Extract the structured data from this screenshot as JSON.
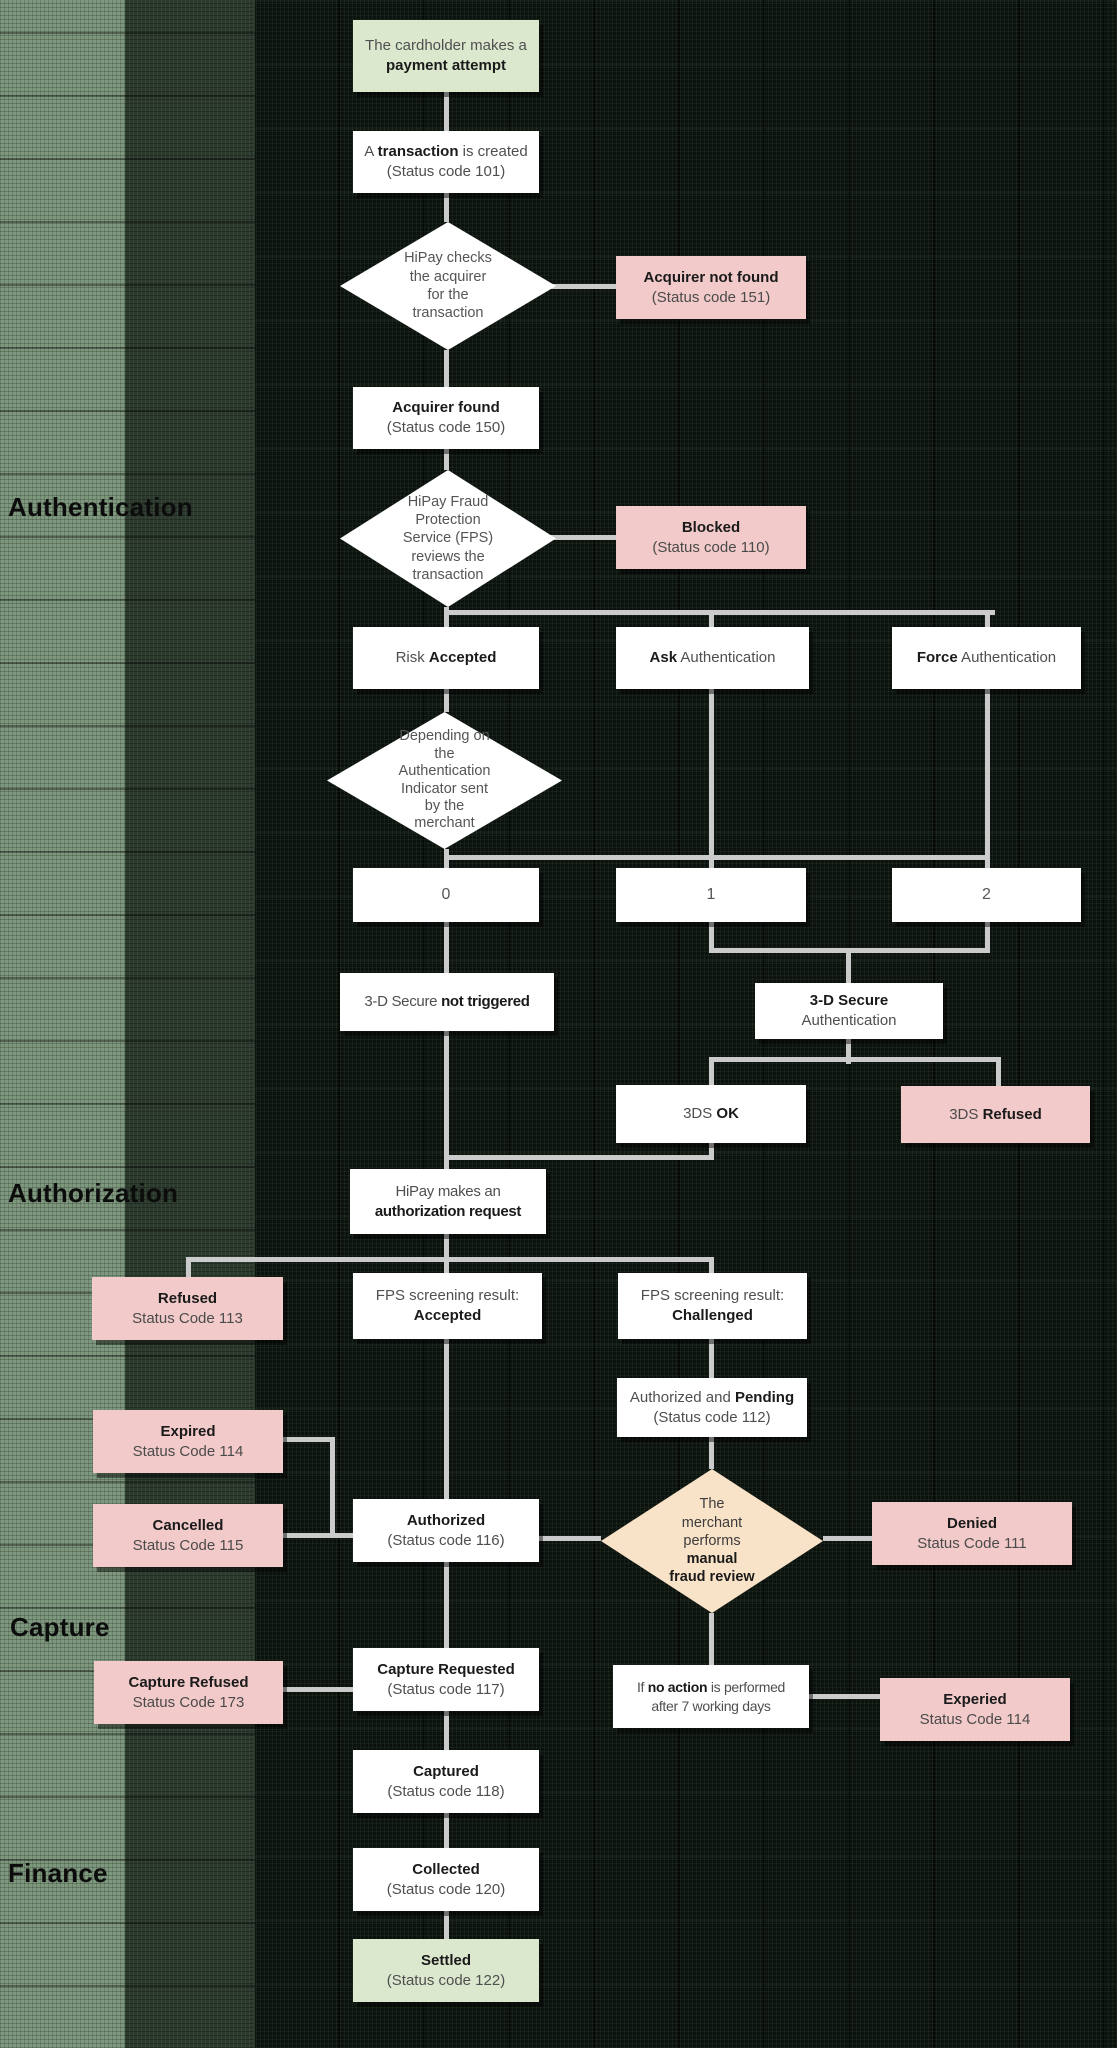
{
  "palette": {
    "background": "#0c120d",
    "band_light": "#7e987e",
    "band_mid": "#2c3a2e",
    "node_white": "#ffffff",
    "node_pink": "#f2caca",
    "node_green": "#dbe8ce",
    "node_peach": "#f9e3c8",
    "connector": "#cbcbcb",
    "text_regular": "#4f4f4f",
    "text_bold": "#1a1a1a",
    "section_label": "#0c0c0c"
  },
  "sections": [
    {
      "label": "Authentication"
    },
    {
      "label": "Authorization"
    },
    {
      "label": "Capture"
    },
    {
      "label": "Finance"
    }
  ],
  "nodes": {
    "payment_attempt": {
      "text": [
        {
          "t": "The cardholder makes a"
        },
        {
          "br": true
        },
        {
          "t": "payment attempt",
          "b": true
        }
      ]
    },
    "transaction_created": {
      "text": [
        {
          "t": "A "
        },
        {
          "t": "transaction",
          "b": true
        },
        {
          "t": " is created"
        },
        {
          "br": true
        },
        {
          "t": "(Status code 101)"
        }
      ]
    },
    "check_acquirer": {
      "text": [
        {
          "t": "HiPay checks"
        },
        {
          "br": true
        },
        {
          "t": "the acquirer"
        },
        {
          "br": true
        },
        {
          "t": "for the"
        },
        {
          "br": true
        },
        {
          "t": "transaction"
        }
      ]
    },
    "acquirer_not_found": {
      "text": [
        {
          "t": "Acquirer not found",
          "b": true
        },
        {
          "br": true
        },
        {
          "t": "(Status code 151)"
        }
      ]
    },
    "acquirer_found": {
      "text": [
        {
          "t": "Acquirer found",
          "b": true
        },
        {
          "br": true
        },
        {
          "t": "(Status code 150)"
        }
      ]
    },
    "fps_review": {
      "text": [
        {
          "t": "HiPay Fraud"
        },
        {
          "br": true
        },
        {
          "t": "Protection"
        },
        {
          "br": true
        },
        {
          "t": "Service (FPS)"
        },
        {
          "br": true
        },
        {
          "t": "reviews the"
        },
        {
          "br": true
        },
        {
          "t": "transaction"
        }
      ]
    },
    "blocked": {
      "text": [
        {
          "t": "Blocked",
          "b": true
        },
        {
          "br": true
        },
        {
          "t": "(Status code 110)"
        }
      ]
    },
    "risk_accepted": {
      "text": [
        {
          "t": "Risk "
        },
        {
          "t": "Accepted",
          "b": true
        }
      ]
    },
    "ask_auth": {
      "text": [
        {
          "t": "Ask",
          "b": true
        },
        {
          "t": " Authentication"
        }
      ]
    },
    "force_auth": {
      "text": [
        {
          "t": "Force",
          "b": true
        },
        {
          "t": " Authentication"
        }
      ]
    },
    "auth_indicator": {
      "text": [
        {
          "t": "Depending on"
        },
        {
          "br": true
        },
        {
          "t": "the"
        },
        {
          "br": true
        },
        {
          "t": "Authentication"
        },
        {
          "br": true
        },
        {
          "t": "Indicator sent"
        },
        {
          "br": true
        },
        {
          "t": "by the"
        },
        {
          "br": true
        },
        {
          "t": "merchant"
        }
      ]
    },
    "indicator_0": {
      "text": [
        {
          "t": "0"
        }
      ]
    },
    "indicator_1": {
      "text": [
        {
          "t": "1"
        }
      ]
    },
    "indicator_2": {
      "text": [
        {
          "t": "2"
        }
      ]
    },
    "tds_not_triggered": {
      "text": [
        {
          "t": "3-D Secure "
        },
        {
          "t": "not triggered",
          "b": true
        }
      ]
    },
    "tds_authentication": {
      "text": [
        {
          "t": "3-D Secure",
          "b": true
        },
        {
          "br": true
        },
        {
          "t": "Authentication"
        }
      ]
    },
    "tds_ok": {
      "text": [
        {
          "t": "3DS "
        },
        {
          "t": "OK",
          "b": true
        }
      ]
    },
    "tds_refused": {
      "text": [
        {
          "t": "3DS "
        },
        {
          "t": "Refused",
          "b": true
        }
      ]
    },
    "auth_request": {
      "text": [
        {
          "t": "HiPay makes an"
        },
        {
          "br": true
        },
        {
          "t": "authorization request",
          "b": true
        }
      ]
    },
    "refused": {
      "text": [
        {
          "t": "Refused",
          "b": true
        },
        {
          "br": true
        },
        {
          "t": "Status Code 113"
        }
      ]
    },
    "fps_accepted": {
      "text": [
        {
          "t": "FPS screening result:"
        },
        {
          "br": true
        },
        {
          "t": "Accepted",
          "b": true
        }
      ]
    },
    "fps_challenged": {
      "text": [
        {
          "t": "FPS screening result:"
        },
        {
          "br": true
        },
        {
          "t": "Challenged",
          "b": true
        }
      ]
    },
    "auth_pending": {
      "text": [
        {
          "t": "Authorized and "
        },
        {
          "t": "Pending",
          "b": true
        },
        {
          "br": true
        },
        {
          "t": "(Status code 112)"
        }
      ]
    },
    "expired": {
      "text": [
        {
          "t": "Expired",
          "b": true
        },
        {
          "br": true
        },
        {
          "t": "Status Code 114"
        }
      ]
    },
    "cancelled": {
      "text": [
        {
          "t": "Cancelled",
          "b": true
        },
        {
          "br": true
        },
        {
          "t": "Status Code 115"
        }
      ]
    },
    "authorized": {
      "text": [
        {
          "t": "Authorized",
          "b": true
        },
        {
          "br": true
        },
        {
          "t": "(Status code 116)"
        }
      ]
    },
    "fraud_review": {
      "text": [
        {
          "t": "The"
        },
        {
          "br": true
        },
        {
          "t": "merchant"
        },
        {
          "br": true
        },
        {
          "t": "performs"
        },
        {
          "br": true
        },
        {
          "t": "manual",
          "b": true
        },
        {
          "br": true
        },
        {
          "t": "fraud review",
          "b": true
        }
      ]
    },
    "denied": {
      "text": [
        {
          "t": "Denied",
          "b": true
        },
        {
          "br": true
        },
        {
          "t": "Status Code 111"
        }
      ]
    },
    "capture_refused": {
      "text": [
        {
          "t": "Capture Refused",
          "b": true
        },
        {
          "br": true
        },
        {
          "t": "Status Code 173"
        }
      ]
    },
    "capture_requested": {
      "text": [
        {
          "t": "Capture Requested",
          "b": true
        },
        {
          "br": true
        },
        {
          "t": "(Status code 117)"
        }
      ]
    },
    "no_action": {
      "text": [
        {
          "t": "If "
        },
        {
          "t": "no action",
          "b": true
        },
        {
          "t": " is performed"
        },
        {
          "br": true
        },
        {
          "t": "after 7 working days"
        }
      ]
    },
    "experied": {
      "text": [
        {
          "t": "Experied",
          "b": true
        },
        {
          "br": true
        },
        {
          "t": "Status Code 114"
        }
      ]
    },
    "captured": {
      "text": [
        {
          "t": "Captured",
          "b": true
        },
        {
          "br": true
        },
        {
          "t": "(Status code 118)"
        }
      ]
    },
    "collected": {
      "text": [
        {
          "t": "Collected",
          "b": true
        },
        {
          "br": true
        },
        {
          "t": "(Status code 120)"
        }
      ]
    },
    "settled": {
      "text": [
        {
          "t": "Settled",
          "b": true
        },
        {
          "br": true
        },
        {
          "t": "(Status code 122)"
        }
      ]
    }
  }
}
